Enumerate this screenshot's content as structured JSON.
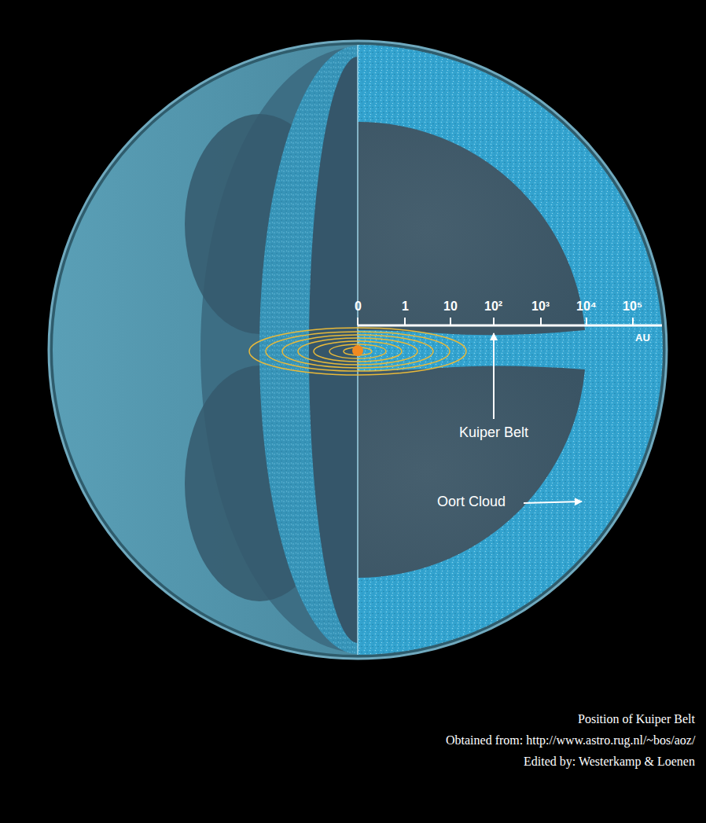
{
  "diagram": {
    "caption": "Position of Kuiper Belt",
    "labels": [
      "0",
      "1",
      "10",
      "10²",
      "10³",
      "10⁴",
      "10⁵",
      "AU",
      "Kuiper Belt",
      "Oort Cloud",
      "Obtained from: http://www.astro.rug.nl/~bos/aoz/",
      "Edited by: Westerkamp & Loenen"
    ]
  }
}
